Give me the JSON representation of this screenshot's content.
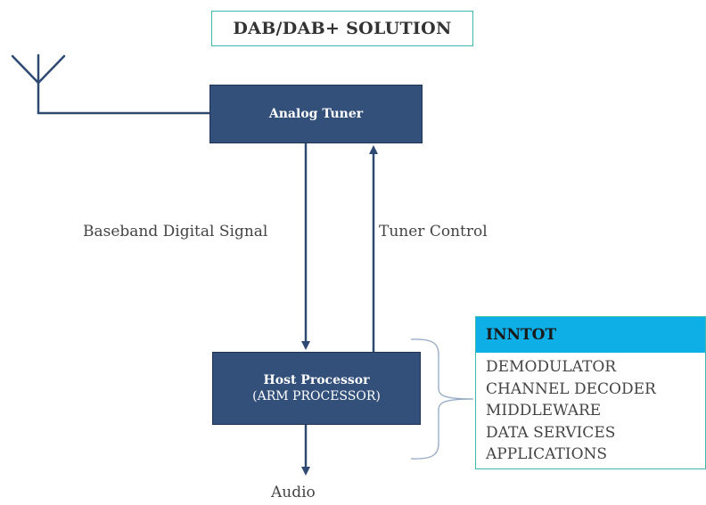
{
  "title": "DAB/DAB+ SOLUTION",
  "blocks": {
    "tuner": "Analog Tuner",
    "host_main": "Host Processor",
    "host_sub": "(ARM PROCESSOR)"
  },
  "labels": {
    "baseband": "Baseband Digital Signal",
    "tuner_control": "Tuner Control",
    "audio": "Audio"
  },
  "inntot": {
    "header": "INNTOT",
    "items": [
      "DEMODULATOR",
      "CHANNEL DECODER",
      "MIDDLEWARE",
      "DATA SERVICES",
      "APPLICATIONS"
    ]
  },
  "colors": {
    "block": "#33507a",
    "arrow": "#2e4a73",
    "accent_border": "#3fb8b0",
    "header": "#0eaee6"
  }
}
